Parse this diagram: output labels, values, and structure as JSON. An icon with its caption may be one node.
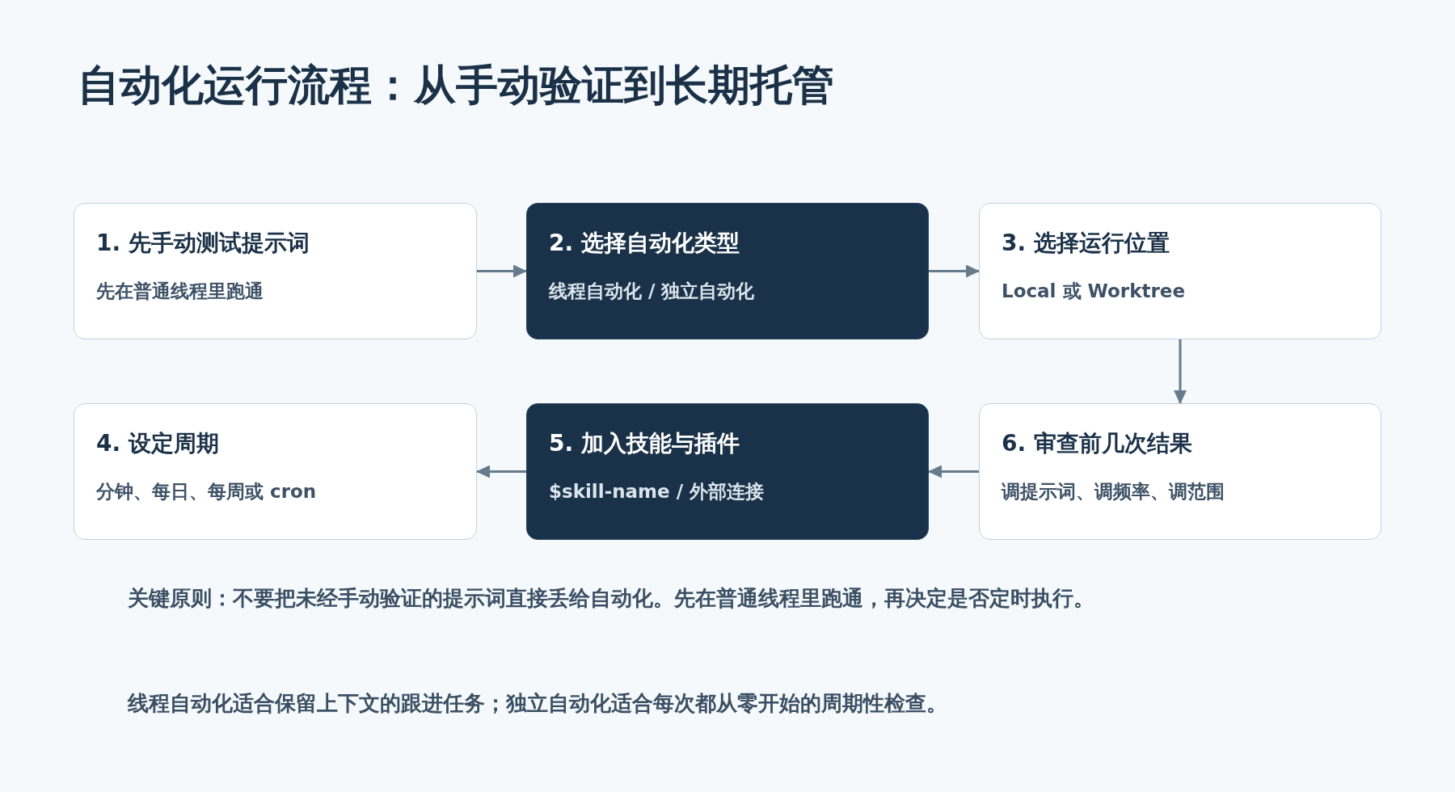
{
  "diagram": {
    "title": "自动化运行流程：从手动验证到长期托管",
    "nodes": [
      {
        "text": [
          "1. 先手动测试提示词",
          "先在普通线程里跑通"
        ]
      },
      {
        "text": [
          "2. 选择自动化类型",
          "线程自动化 / 独立自动化"
        ]
      },
      {
        "text": [
          "3. 选择运行位置",
          "Local 或 Worktree"
        ]
      },
      {
        "text": [
          "4. 设定周期",
          "分钟、每日、每周或 cron"
        ]
      },
      {
        "text": [
          "5. 加入技能与插件",
          "$skill-name / 外部连接"
        ]
      },
      {
        "text": [
          "6. 审查前几次结果",
          "调提示词、调频率、调范围"
        ]
      }
    ],
    "edges": [
      {
        "from": 0,
        "to": 1,
        "arrow": "to"
      },
      {
        "from": 1,
        "to": 2,
        "arrow": "to"
      },
      {
        "from": 2,
        "to": 5,
        "arrow": "to"
      },
      {
        "from": 5,
        "to": 4,
        "arrow": "to"
      },
      {
        "from": 4,
        "to": 3,
        "arrow": "to"
      }
    ],
    "labels": [
      "关键原则：不要把未经手动验证的提示词直接丢给自动化。先在普通线程里跑通，再决定是否定时执行。",
      "线程自动化适合保留上下文的跟进任务；独立自动化适合每次都从零开始的周期性检查。"
    ]
  }
}
